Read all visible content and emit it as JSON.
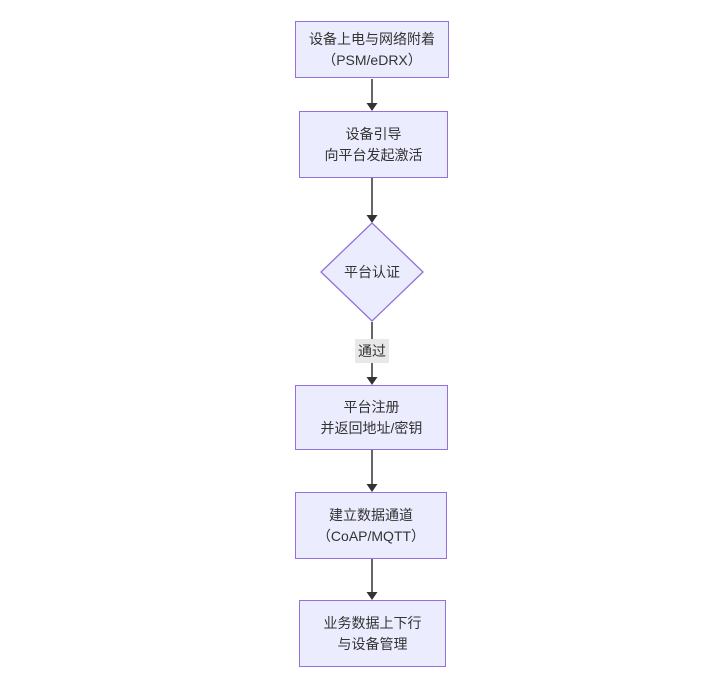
{
  "diagram": {
    "type": "flowchart",
    "direction": "top-down",
    "colors": {
      "node_fill": "#ECECFF",
      "node_border": "#9370DB",
      "node_text": "#333333",
      "edge_line": "#333333",
      "edge_label_bg": "#e8e8e8",
      "edge_label_text": "#333333",
      "background": "#ffffff"
    },
    "nodes": [
      {
        "id": "A",
        "shape": "rect",
        "lines": [
          "设备上电与网络附着",
          "（PSM/eDRX）"
        ]
      },
      {
        "id": "B",
        "shape": "rect",
        "lines": [
          "设备引导",
          "向平台发起激活"
        ]
      },
      {
        "id": "C",
        "shape": "diamond",
        "lines": [
          "平台认证"
        ]
      },
      {
        "id": "D",
        "shape": "rect",
        "lines": [
          "平台注册",
          "并返回地址/密钥"
        ]
      },
      {
        "id": "E",
        "shape": "rect",
        "lines": [
          "建立数据通道",
          "（CoAP/MQTT）"
        ]
      },
      {
        "id": "F",
        "shape": "rect",
        "lines": [
          "业务数据上下行",
          "与设备管理"
        ]
      }
    ],
    "edges": [
      {
        "from": "A",
        "to": "B",
        "label": ""
      },
      {
        "from": "B",
        "to": "C",
        "label": ""
      },
      {
        "from": "C",
        "to": "D",
        "label": "通过"
      },
      {
        "from": "D",
        "to": "E",
        "label": ""
      },
      {
        "from": "E",
        "to": "F",
        "label": ""
      }
    ]
  }
}
